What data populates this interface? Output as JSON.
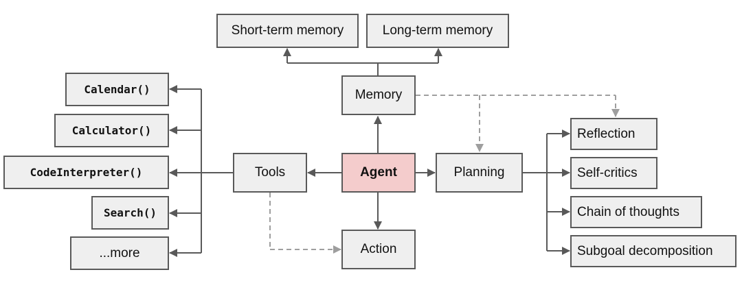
{
  "diagram": {
    "memory_types": {
      "short_term": "Short-term memory",
      "long_term": "Long-term memory"
    },
    "memory": "Memory",
    "agent": "Agent",
    "tools": "Tools",
    "planning": "Planning",
    "action": "Action",
    "tool_items": {
      "calendar": "Calendar()",
      "calculator": "Calculator()",
      "code_interpreter": "CodeInterpreter()",
      "search": "Search()",
      "more": "...more"
    },
    "planning_items": {
      "reflection": "Reflection",
      "self_critics": "Self-critics",
      "chain_of_thoughts": "Chain of thoughts",
      "subgoal_decomposition": "Subgoal decomposition"
    },
    "colors": {
      "box_fill": "#efefef",
      "box_border": "#595959",
      "agent_fill": "#f4cccc",
      "solid_line": "#595959",
      "dashed_line": "#9e9e9e"
    }
  }
}
